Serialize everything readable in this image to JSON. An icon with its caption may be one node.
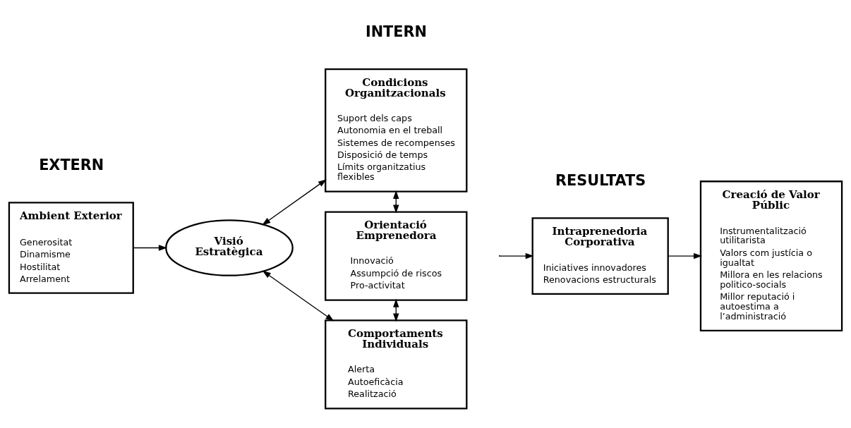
{
  "diagram": {
    "nodes": [
      {
        "text": [
          "Ambient Exterior",
          "Generositat",
          "Dinamisme",
          "Hostilitat",
          "Arrelament"
        ]
      },
      {
        "text": [
          "Visió Estratègica"
        ]
      },
      {
        "text": [
          "Condicions Organitzacionals",
          "Suport dels caps",
          "Autonomia en el treball",
          "Sistemes de recompenses",
          "Disposició de temps",
          "Límits organitzatius flexibles"
        ]
      },
      {
        "text": [
          "Orientació Emprenedora",
          "Innovació",
          "Assumpció de riscos",
          "Pro-activitat"
        ]
      },
      {
        "text": [
          "Comportaments Individuals",
          "Alerta",
          "Autoeficàcia",
          "Realització"
        ]
      },
      {
        "text": [
          "Intraprenedoria Corporativa",
          "Iniciatives innovadores",
          "Renovacions estructurals"
        ]
      },
      {
        "text": [
          "Creació de Valor Públic",
          "Instrumentalització utilitarista",
          "Valors com justícia o igualtat",
          "Millora en les relacions politico-socials",
          "Millor reputació i autoestima a l’administració"
        ]
      }
    ],
    "edges": [
      {
        "from": 0,
        "to": 1,
        "arrow": "to"
      },
      {
        "from": 1,
        "to": 2,
        "arrow": "both"
      },
      {
        "from": 2,
        "to": 3,
        "arrow": "both"
      },
      {
        "from": 3,
        "to": 4,
        "arrow": "both"
      },
      {
        "from": 1,
        "to": 4,
        "arrow": "both"
      },
      {
        "from": null,
        "to": 5,
        "arrow": "to"
      },
      {
        "from": 5,
        "to": 6,
        "arrow": "to"
      }
    ],
    "labels": [
      "EXTERN",
      "INTERN",
      "RESULTATS"
    ]
  }
}
